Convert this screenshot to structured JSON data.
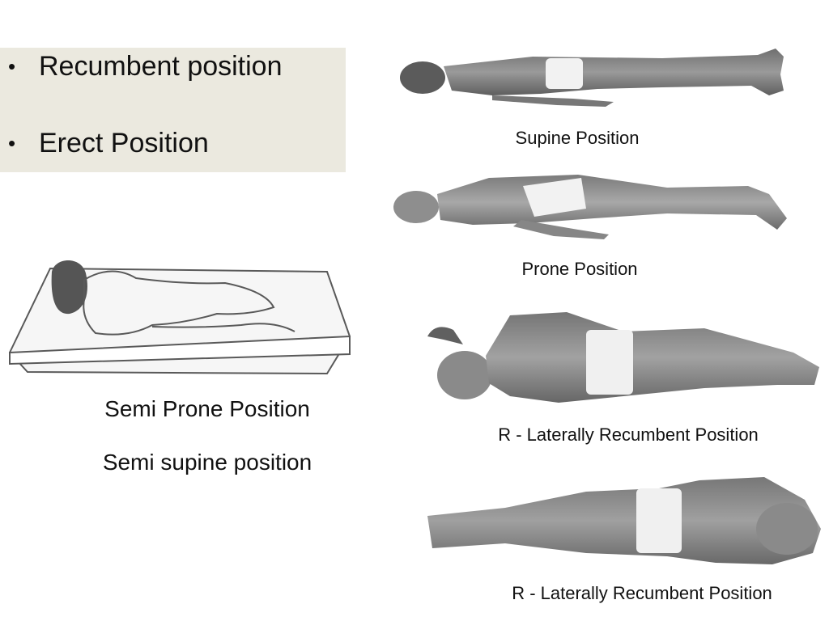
{
  "bullets": [
    {
      "label": "Recumbent position"
    },
    {
      "label": "Erect Position"
    }
  ],
  "figures": {
    "supine": {
      "caption": "Supine Position"
    },
    "prone": {
      "caption": "Prone Position"
    },
    "right_lateral_1": {
      "caption": "R - Laterally Recumbent Position"
    },
    "right_lateral_2": {
      "caption": "R - Laterally Recumbent Position"
    },
    "semi_prone": {
      "caption": "Semi Prone Position",
      "caption_2": "Semi supine position"
    }
  },
  "bullet_symbol": "•",
  "colors": {
    "panel": "#ebe9df",
    "body_fill": "#8a8a8a",
    "body_dark": "#575757",
    "outline": "#595959"
  }
}
